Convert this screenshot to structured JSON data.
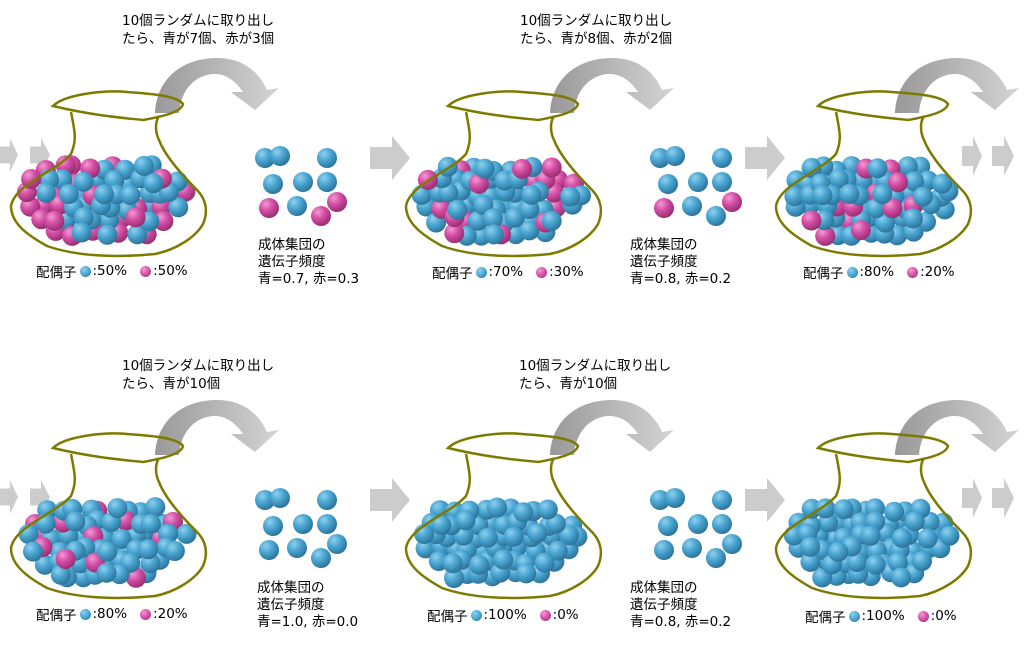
{
  "colors": {
    "blue": "#4aa6d2",
    "blue_dark": "#2e7aa3",
    "red": "#d44ea6",
    "red_dark": "#a23378",
    "jar_outline": "#7d7a00",
    "arrow_gray": "#cccccc",
    "arrow_dark": "#a6a6a6"
  },
  "rows": [
    {
      "stages": [
        {
          "sample_caption": [
            "10個ランダムに取り出し",
            "たら、青が7個、赤が3個"
          ],
          "jar": {
            "blue_pct": 50,
            "red_pct": 50
          },
          "legend": {
            "label": "配偶子",
            "blue_text": ":50%",
            "red_text": ":50%"
          },
          "sample": {
            "blue": 7,
            "red": 3
          },
          "freq": [
            "成体集団の",
            "遺伝子頻度",
            "青=0.7, 赤=0.3"
          ]
        },
        {
          "sample_caption": [
            "10個ランダムに取り出し",
            "たら、青が8個、赤が2個"
          ],
          "jar": {
            "blue_pct": 70,
            "red_pct": 30
          },
          "legend": {
            "label": "配偶子",
            "blue_text": ":70%",
            "red_text": ":30%"
          },
          "sample": {
            "blue": 8,
            "red": 2
          },
          "freq": [
            "成体集団の",
            "遺伝子頻度",
            "青=0.8, 赤=0.2"
          ]
        },
        {
          "jar": {
            "blue_pct": 80,
            "red_pct": 20
          },
          "legend": {
            "label": "配偶子",
            "blue_text": ":80%",
            "red_text": ":20%"
          }
        }
      ]
    },
    {
      "stages": [
        {
          "sample_caption": [
            "10個ランダムに取り出し",
            "たら、青が10個"
          ],
          "jar": {
            "blue_pct": 80,
            "red_pct": 20
          },
          "legend": {
            "label": "配偶子",
            "blue_text": ":80%",
            "red_text": ":20%"
          },
          "sample": {
            "blue": 10,
            "red": 0
          },
          "freq": [
            "成体集団の",
            "遺伝子頻度",
            "青=1.0, 赤=0.0"
          ]
        },
        {
          "sample_caption": [
            "10個ランダムに取り出し",
            "たら、青が10個"
          ],
          "jar": {
            "blue_pct": 100,
            "red_pct": 0
          },
          "legend": {
            "label": "配偶子",
            "blue_text": ":100%",
            "red_text": ":0%"
          },
          "sample": {
            "blue": 10,
            "red": 0
          },
          "freq": [
            "成体集団の",
            "遺伝子頻度",
            "青=0.8, 赤=0.2"
          ]
        },
        {
          "jar": {
            "blue_pct": 100,
            "red_pct": 0
          },
          "legend": {
            "label": "配偶子",
            "blue_text": ":100%",
            "red_text": ":0%"
          }
        }
      ]
    }
  ]
}
